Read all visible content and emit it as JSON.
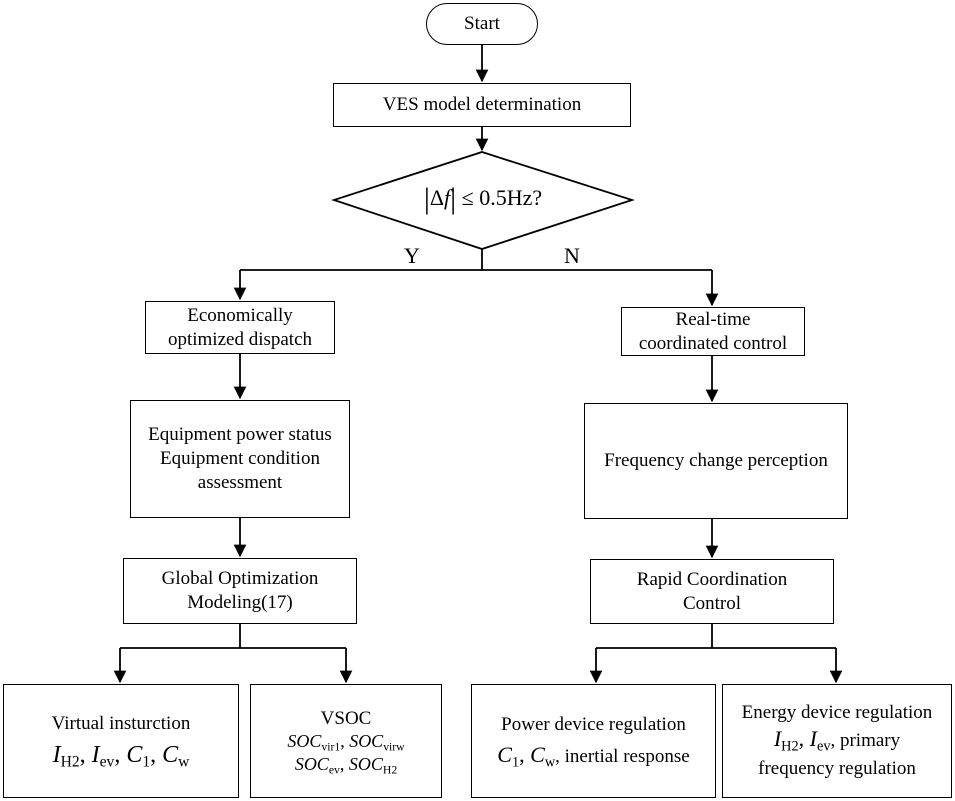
{
  "nodes": {
    "start": "Start",
    "ves": "VES model determination",
    "decision": {
      "prefix": "Δ",
      "var": "f",
      "rest": "≤ 0.5Hz?"
    },
    "econ": [
      "Economically",
      "optimized dispatch"
    ],
    "realtime": [
      "Real-time",
      "coordinated control"
    ],
    "equip": [
      "Equipment power status",
      "Equipment condition",
      "assessment"
    ],
    "freq": "Frequency change perception",
    "global": [
      "Global Optimization",
      "Modeling(17)"
    ],
    "rapid": [
      "Rapid Coordination",
      "Control"
    ],
    "virtual": {
      "title": "Virtual insturction"
    },
    "vsoc": {
      "title": "VSOC"
    },
    "power": {
      "title": "Power device regulation",
      "tail": ", inertial response"
    },
    "energy": {
      "title": "Energy device regulation",
      "tail": ", primary",
      "line3": "frequency regulation"
    }
  },
  "branches": {
    "yes": "Y",
    "no": "N"
  }
}
